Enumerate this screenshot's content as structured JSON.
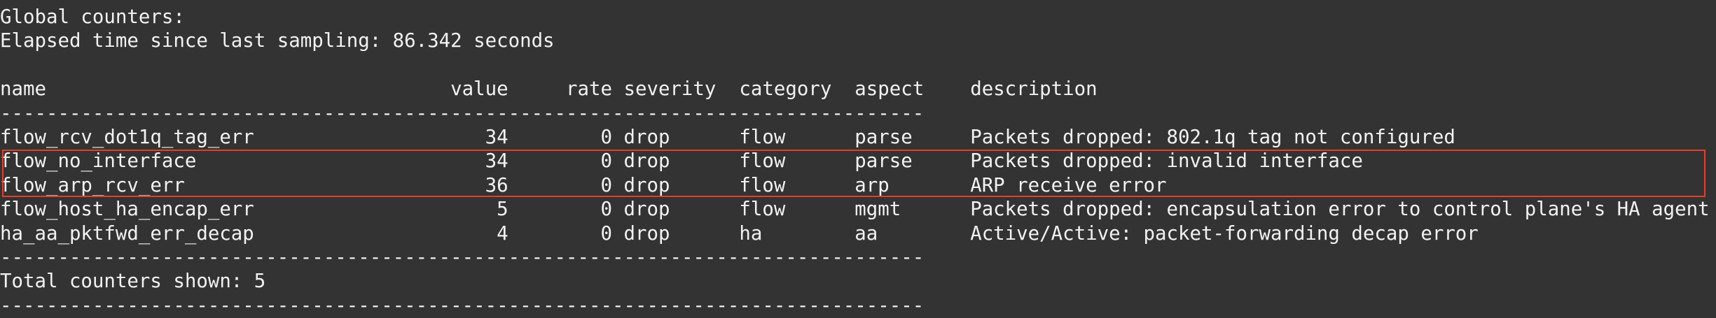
{
  "header": {
    "title": "Global counters:",
    "elapsed": "Elapsed time since last sampling: 86.342 seconds"
  },
  "columns": {
    "name": "name",
    "value": "value",
    "rate": "rate",
    "severity": "severity",
    "category": "category",
    "aspect": "aspect",
    "description": "description"
  },
  "separator": "--------------------------------------------------------------------------------",
  "rows": [
    {
      "name": "flow_rcv_dot1q_tag_err",
      "value": "34",
      "rate": "0",
      "severity": "drop",
      "category": "flow",
      "aspect": "parse",
      "description": "Packets dropped: 802.1q tag not configured"
    },
    {
      "name": "flow_no_interface",
      "value": "34",
      "rate": "0",
      "severity": "drop",
      "category": "flow",
      "aspect": "parse",
      "description": "Packets dropped: invalid interface"
    },
    {
      "name": "flow_arp_rcv_err",
      "value": "36",
      "rate": "0",
      "severity": "drop",
      "category": "flow",
      "aspect": "arp",
      "description": "ARP receive error"
    },
    {
      "name": "flow_host_ha_encap_err",
      "value": "5",
      "rate": "0",
      "severity": "drop",
      "category": "flow",
      "aspect": "mgmt",
      "description": "Packets dropped: encapsulation error to control plane's HA agent"
    },
    {
      "name": "ha_aa_pktfwd_err_decap",
      "value": "4",
      "rate": "0",
      "severity": "drop",
      "category": "ha",
      "aspect": "aa",
      "description": "Active/Active: packet-forwarding decap error"
    }
  ],
  "footer": {
    "total": "Total counters shown: 5"
  },
  "highlight": {
    "color": "#e0402a",
    "rows": [
      1,
      2
    ]
  }
}
